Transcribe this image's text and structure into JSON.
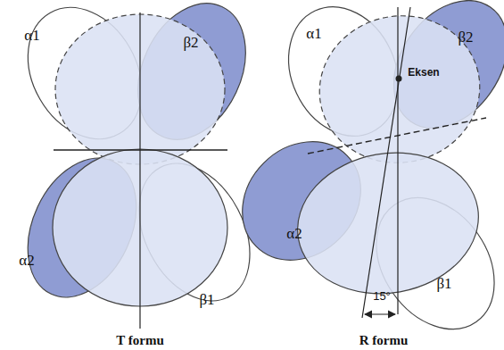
{
  "diagram": {
    "labels": [
      "α1",
      "β2",
      "α2",
      "β1",
      "α1",
      "β2",
      "α2",
      "β1",
      "Eksen",
      "15°",
      "T formu",
      "R formu"
    ]
  }
}
